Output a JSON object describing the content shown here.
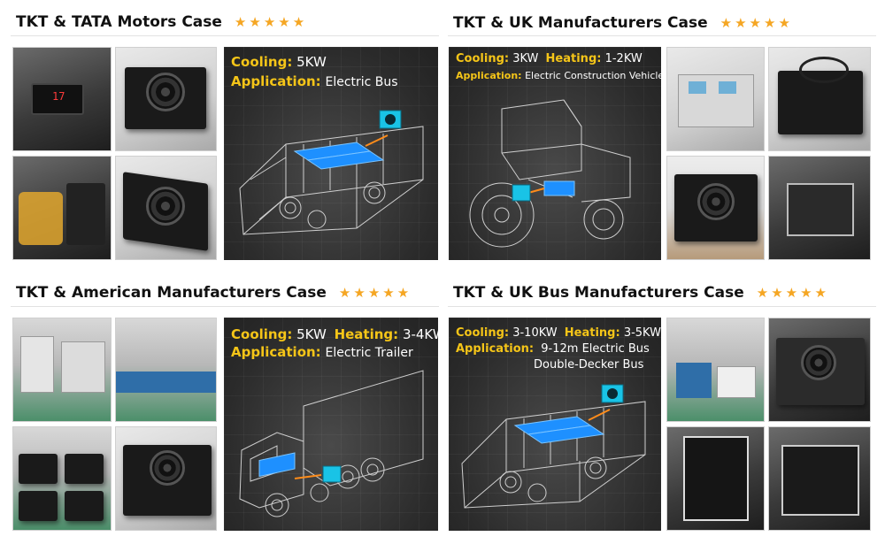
{
  "cases": [
    {
      "title": "TKT & TATA Motors Case",
      "specs": [
        {
          "label": "Cooling:",
          "value": "5KW"
        },
        {
          "label": "Application:",
          "value": "Electric Bus"
        }
      ]
    },
    {
      "title": "TKT & UK Manufacturers Case",
      "specs": [
        {
          "label": "Cooling:",
          "value": "3KW",
          "label2": "Heating:",
          "value2": "1-2KW"
        },
        {
          "label": "Application:",
          "value": "Electric Construction Vehicle"
        }
      ]
    },
    {
      "title": "TKT & American Manufacturers Case",
      "specs": [
        {
          "label": "Cooling:",
          "value": "5KW",
          "label2": "Heating:",
          "value2": "3-4KW"
        },
        {
          "label": "Application:",
          "value": "Electric Trailer"
        }
      ]
    },
    {
      "title": "TKT & UK Bus Manufacturers Case",
      "specs": [
        {
          "label": "Cooling:",
          "value": "3-10KW",
          "label2": "Heating:",
          "value2": "3-5KW"
        },
        {
          "label": "Application:",
          "value": "9-12m Electric Bus"
        },
        {
          "value": "Double-Decker  Bus"
        }
      ]
    }
  ],
  "rating_stars": 5,
  "colors": {
    "star": "#f5a623",
    "spec_label": "#f5c518",
    "battery": "#1e90ff",
    "ac_unit": "#19c3e6"
  }
}
